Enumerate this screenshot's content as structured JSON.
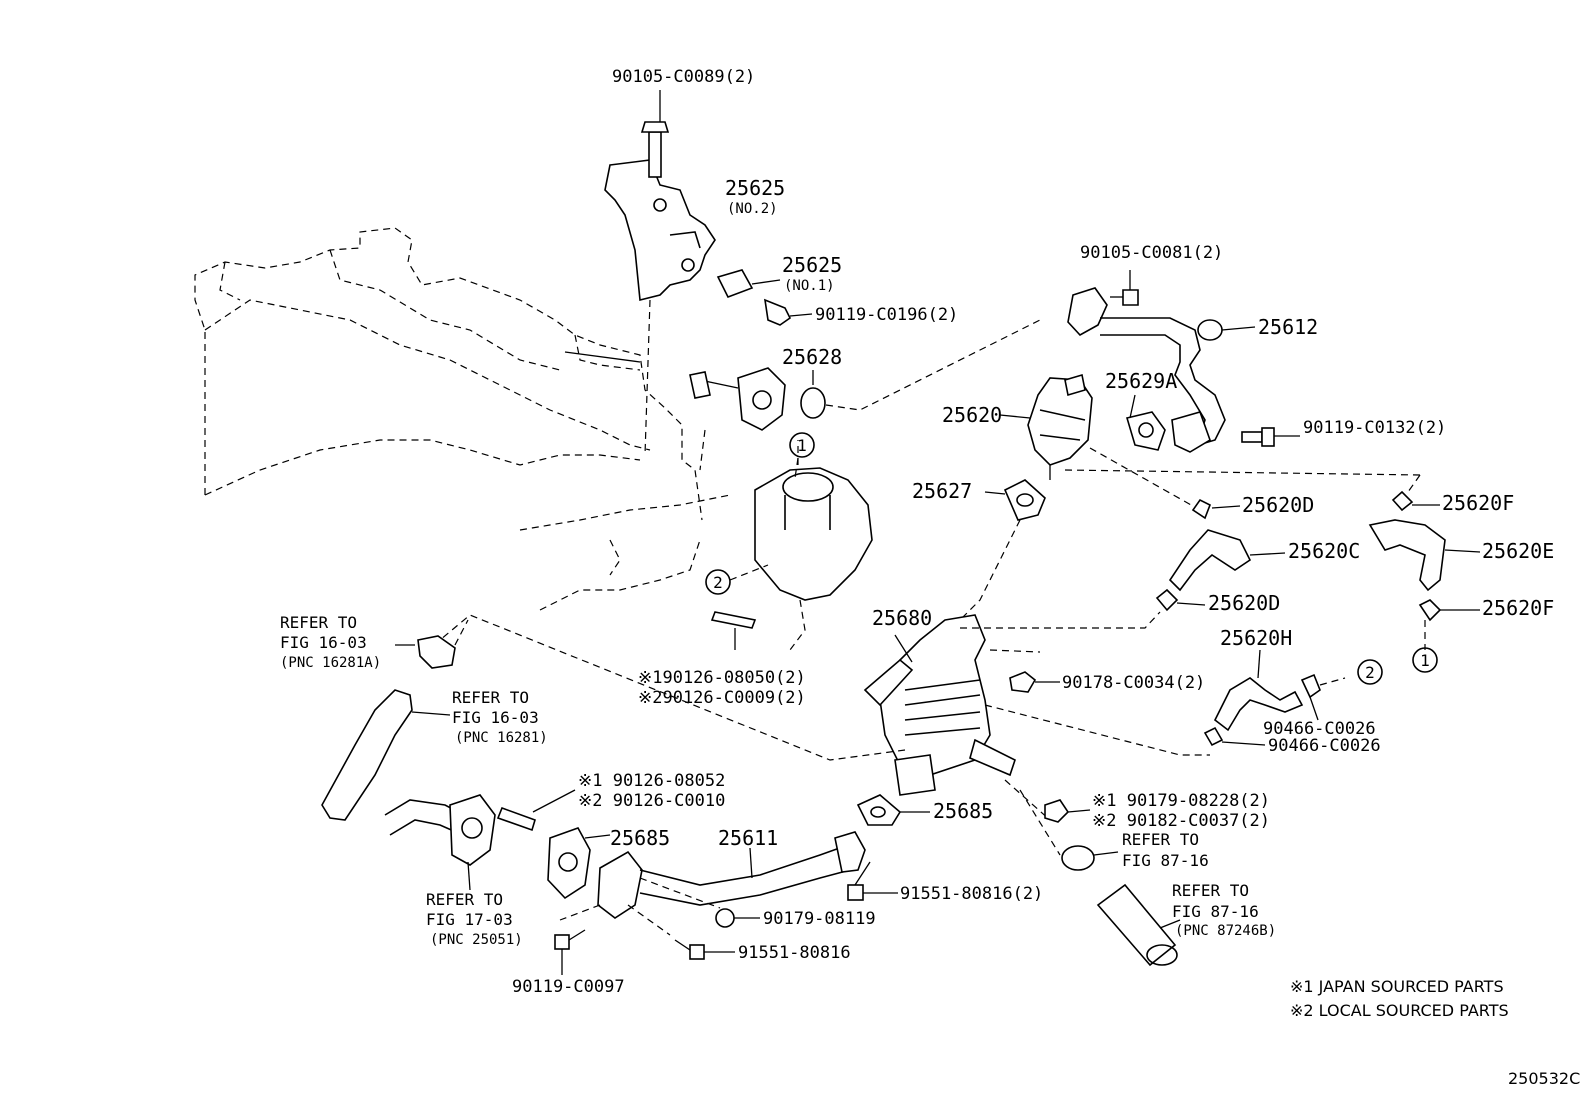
{
  "labels": {
    "bolt_top": "90105-C0089(2)",
    "bracket_no2": "25625",
    "bracket_no2_sub": "(NO.2)",
    "bracket_no1": "25625",
    "bracket_no1_sub": "(NO.1)",
    "bolt_c0196": "90119-C0196(2)",
    "gasket_25628": "25628",
    "bolt_c0081": "90105-C0081(2)",
    "pipe_25612": "25612",
    "gasket_25629a": "25629A",
    "valve_25620": "25620",
    "bolt_c0132": "90119-C0132(2)",
    "gasket_25627": "25627",
    "clamp_25620d_top": "25620D",
    "hose_25620c": "25620C",
    "clamp_25620f_top": "25620F",
    "hose_25620e": "25620E",
    "clamp_25620d_bot": "25620D",
    "clamp_25620f_bot": "25620F",
    "cooler_25680": "25680",
    "hose_25620h": "25620H",
    "nut_c0034": "90178-C0034(2)",
    "clip_c0026_a": "90466-C0026",
    "clip_c0026_b": "90466-C0026",
    "stud_1": "※190126-08050(2)",
    "stud_2": "※290126-C0009(2)",
    "stud2_1": "※1 90126-08052",
    "stud2_2": "※2 90126-C0010",
    "gasket_25685_a": "25685",
    "gasket_25685_b": "25685",
    "pipe_25611": "25611",
    "nut_08228": "※1 90179-08228(2)",
    "nut_c0037": "※2 90182-C0037(2)",
    "bolt_80816_2": "91551-80816(2)",
    "nut_08119": "90179-08119",
    "bolt_80816": "91551-80816",
    "bolt_c0097": "90119-C0097",
    "circle_1": "1",
    "circle_2": "2"
  },
  "refs": {
    "ref_16_03_a": [
      "REFER TO",
      "FIG 16-03",
      "(PNC 16281A)"
    ],
    "ref_16_03_b": [
      "REFER TO",
      "FIG 16-03",
      "(PNC 16281)"
    ],
    "ref_17_03": [
      "REFER TO",
      "FIG 17-03",
      "(PNC 25051)"
    ],
    "ref_87_16_a": [
      "REFER TO",
      "FIG 87-16"
    ],
    "ref_87_16_b": [
      "REFER TO",
      "FIG 87-16",
      "(PNC 87246B)"
    ]
  },
  "legend": {
    "line1": "※1 JAPAN SOURCED PARTS",
    "line2": "※2 LOCAL SOURCED PARTS"
  },
  "figure_code": "250532C"
}
